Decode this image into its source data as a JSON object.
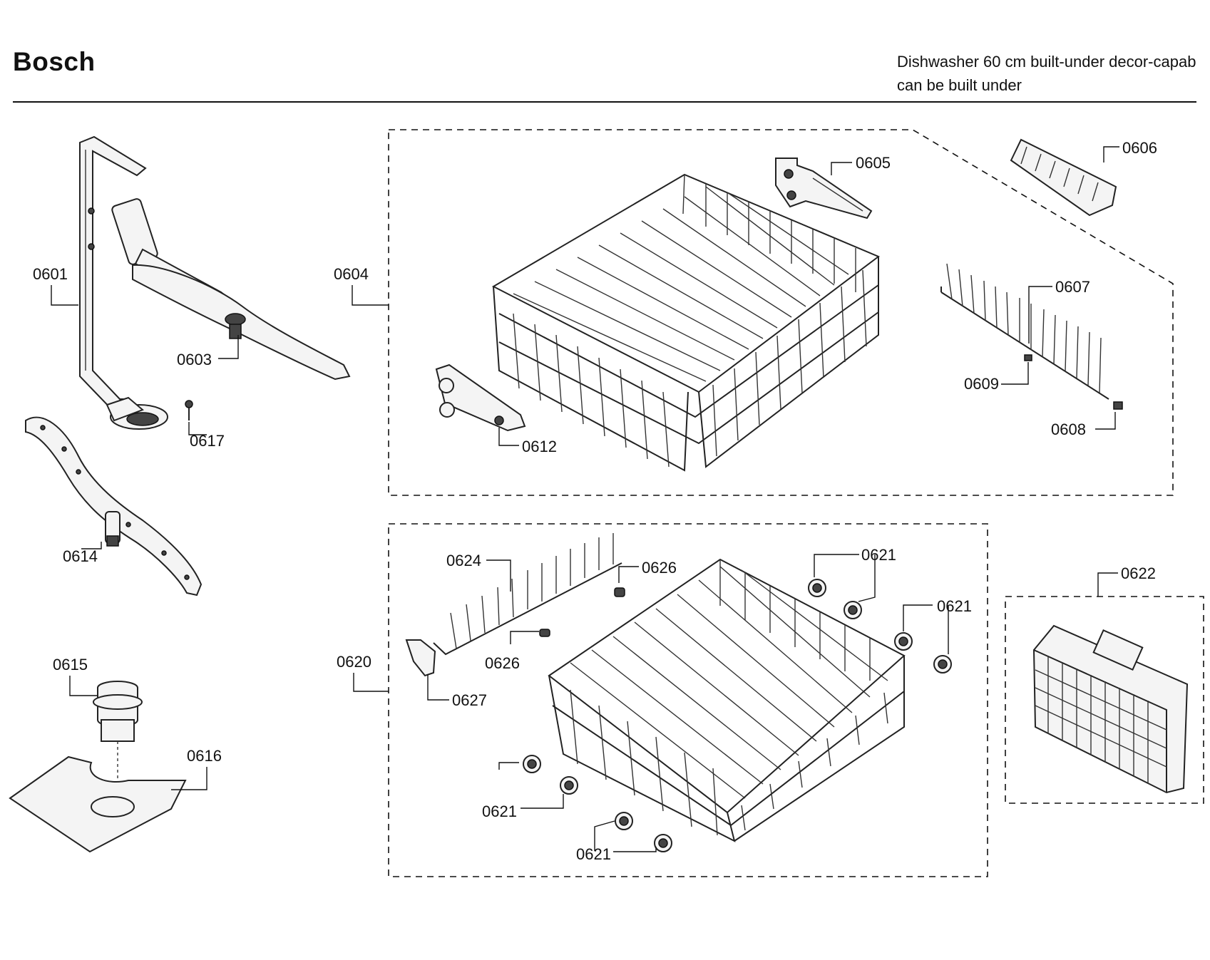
{
  "header": {
    "brand": "Bosch",
    "title_line1": "Dishwasher 60 cm built-under decor-capab",
    "title_line2": "can be built under"
  },
  "callouts": [
    "0601",
    "0603",
    "0604",
    "0605",
    "0606",
    "0607",
    "0608",
    "0609",
    "0612",
    "0614",
    "0615",
    "0616",
    "0617",
    "0620",
    "0621",
    "0621",
    "0621",
    "0621",
    "0621",
    "0621",
    "0622",
    "0624",
    "0626",
    "0626",
    "0627"
  ]
}
